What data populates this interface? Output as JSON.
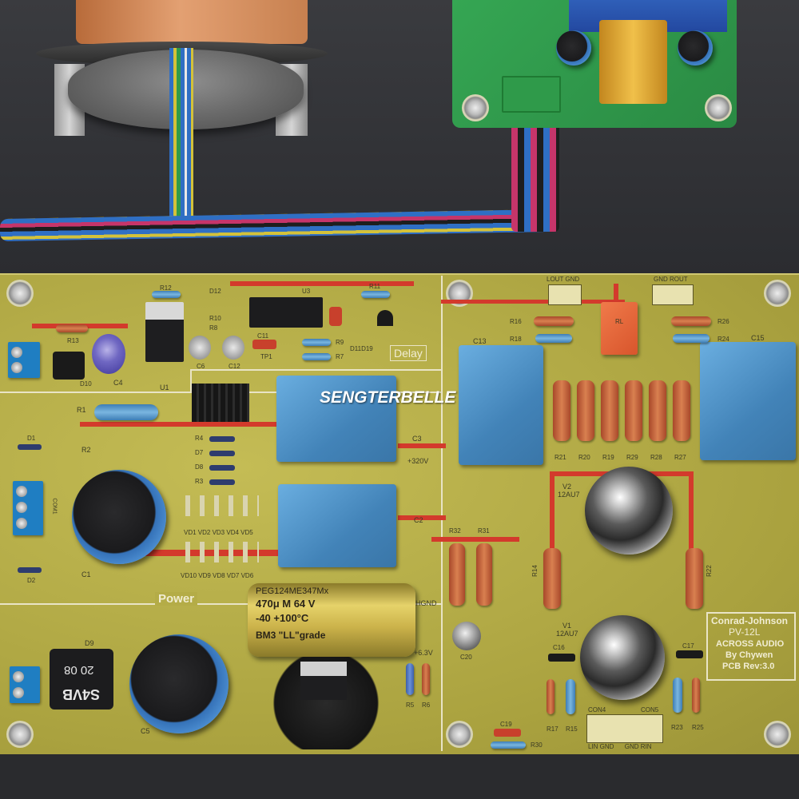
{
  "brand": "SENGTERBELLE",
  "sections": {
    "power": "Power",
    "delay": "Delay"
  },
  "board_info": {
    "line1": "Conrad-Johnson",
    "line2": "PV-12L",
    "line3": "ACROSS AUDIO",
    "line4": "By Chywen",
    "line5": "PCB Rev:3.0"
  },
  "big_cap": {
    "line1": "PEG124ME347Mx",
    "line2": "470μ M  64 V",
    "line3": "-40 +100°C",
    "line4": "BM3 \"LL\"grade"
  },
  "bridge": {
    "part": "S4VB",
    "rating": "20 08",
    "ref": "D9"
  },
  "labels": {
    "v1": "V1",
    "v1_type": "12AU7",
    "v2": "V2",
    "v2_type": "12AU7",
    "hv": "+320V",
    "lv": "+6.3V",
    "hgnd": "HGND",
    "con4": "CON4",
    "con5": "CON5",
    "out_left": "LOUT GND",
    "out_right": "GND ROUT",
    "in_bottom": "LIN GND      GND RIN",
    "c1": "C1",
    "c2": "C2",
    "c3": "C3",
    "c4": "C4",
    "c5": "C5",
    "c13": "C13",
    "c15": "C15",
    "c16": "C16",
    "c17": "C17",
    "c19": "C19",
    "c20": "C20",
    "u1": "U1",
    "u3": "U3",
    "d10": "D10",
    "r1": "R1",
    "r2": "R2",
    "r14": "R14",
    "r22": "R22",
    "r32": "R32",
    "r31": "R31",
    "r30": "R30",
    "r17": "R17",
    "r15": "R15",
    "r23": "R23",
    "r25": "R25",
    "r21": "R21",
    "r20": "R20",
    "r19": "R19",
    "r29": "R29",
    "r28": "R28",
    "r27": "R27",
    "r16": "R16",
    "r18": "R18",
    "r26": "R26",
    "r24": "R24",
    "r5": "R5",
    "r6": "R6",
    "vd_top": "VD1 VD2 VD3 VD4 VD5",
    "vd_bottom": "VD10 VD9 VD8 VD7 VD6",
    "com1": "COM1",
    "d1": "D1",
    "d2": "D2",
    "r4": "R4",
    "d7": "D7",
    "d8": "D8",
    "r3": "R3",
    "d11d19": "D11D19",
    "tp1": "TP1",
    "c6": "C6",
    "c12": "C12",
    "r12": "R12",
    "r13": "R13",
    "r10": "R10",
    "r11": "R11",
    "r9": "R9",
    "r7": "R7",
    "d12": "D12",
    "c11": "C11",
    "r8": "R8",
    "rl": "RL"
  },
  "colors": {
    "pcb": "#b8b04a",
    "trace": "#d33a2c",
    "film_cap": "#4f93c7",
    "psu_board": "#2f9a4a"
  }
}
